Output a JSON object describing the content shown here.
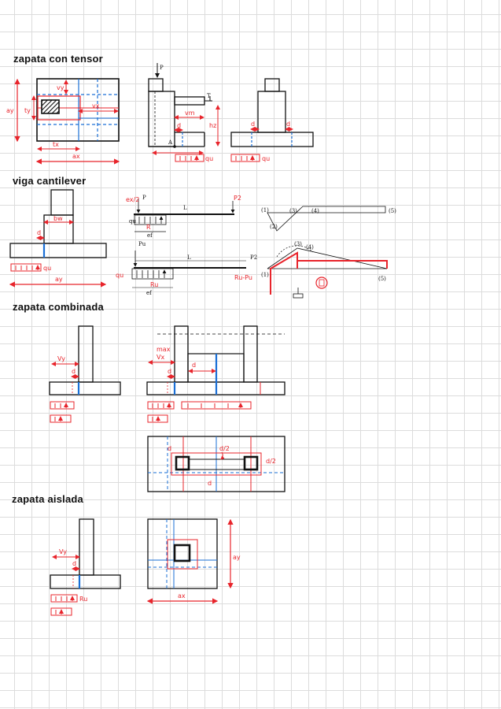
{
  "headings": {
    "zapata_con_tensor": "zapata con tensor",
    "viga_cantilever": "viga cantilever",
    "zapata_combinada": "zapata combinada",
    "zapata_aislada": "zapata aislada"
  },
  "labels": {
    "vy": "vy",
    "Vy": "Vy",
    "vx": "vx",
    "Vx": "Vx",
    "ay": "ay",
    "ty": "ty",
    "tx": "tx",
    "ax": "ax",
    "P": "P",
    "T": "T",
    "vm": "vm",
    "hz": "hz",
    "d": "d",
    "A": "A",
    "qu": "qu",
    "bw": "bw",
    "Pu": "Pu",
    "P2": "P2",
    "Ru": "Ru",
    "Ru_Pu": "Ru-Pu",
    "L": "L",
    "d2": "d/2",
    "max": "max",
    "n1": "(1)",
    "n2": "(2)",
    "n3": "(3)",
    "n4": "(4)",
    "n5": "(5)",
    "e2": "ex/2",
    "ef": "ef",
    "R": "R"
  },
  "colors": {
    "red": "#e8242b",
    "blue": "#1a6fd6",
    "black": "#111111",
    "grid": "#dcdcdc"
  }
}
